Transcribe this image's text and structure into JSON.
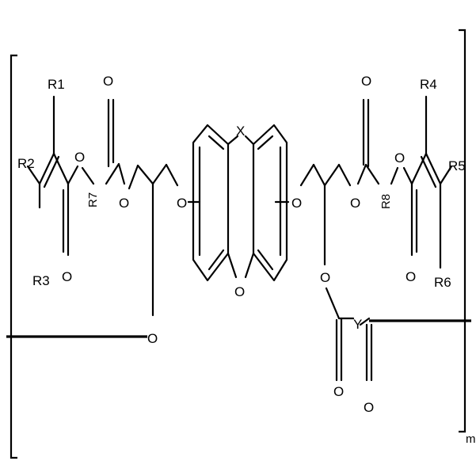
{
  "labels": {
    "r1": "R1",
    "r2": "R2",
    "r3": "R3",
    "r4": "R4",
    "r5": "R5",
    "r6": "R6",
    "r7": "R7",
    "r8": "R8",
    "x": "X",
    "y": "Y",
    "m": "m",
    "o": "O"
  },
  "colors": {
    "ink": "#000000",
    "background": "#ffffff"
  }
}
